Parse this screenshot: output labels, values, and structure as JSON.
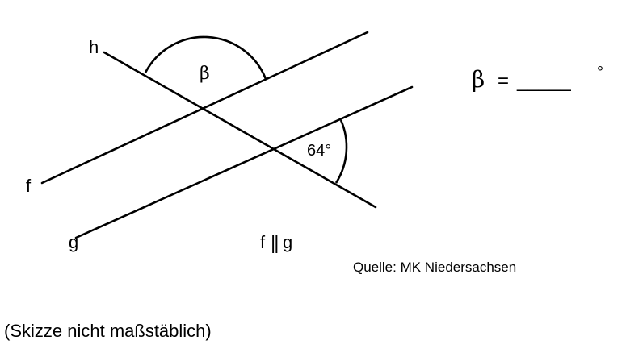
{
  "figure": {
    "line_labels": {
      "h": "h",
      "f": "f",
      "g": "g"
    },
    "angle_beta_label": "β",
    "angle_given_label": "64°",
    "parallel_note": {
      "left": "f",
      "symbol": "||",
      "right": "g"
    }
  },
  "answer": {
    "variable": "β",
    "equals": "=",
    "blank": "_____",
    "unit": "°"
  },
  "source": "Quelle: MK Niedersachsen",
  "footnote": "(Skizze nicht maßstäblich)"
}
